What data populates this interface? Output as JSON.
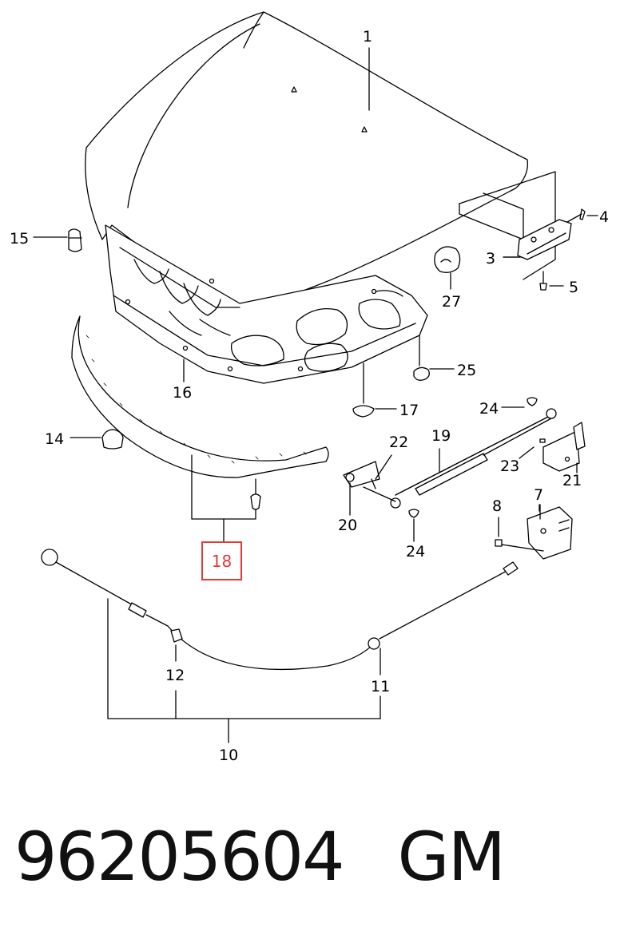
{
  "callouts": {
    "c1": "1",
    "c3": "3",
    "c4": "4",
    "c5": "5",
    "c7": "7",
    "c8": "8",
    "c10": "10",
    "c11": "11",
    "c12": "12",
    "c14": "14",
    "c15": "15",
    "c16": "16",
    "c17": "17",
    "c19": "19",
    "c20": "20",
    "c21": "21",
    "c22": "22",
    "c23": "23",
    "c24a": "24",
    "c24b": "24",
    "c25": "25",
    "c27": "27"
  },
  "highlight": {
    "label": "18",
    "color": "#e53935"
  },
  "footer": {
    "part_number": "96205604",
    "brand": "GM"
  }
}
